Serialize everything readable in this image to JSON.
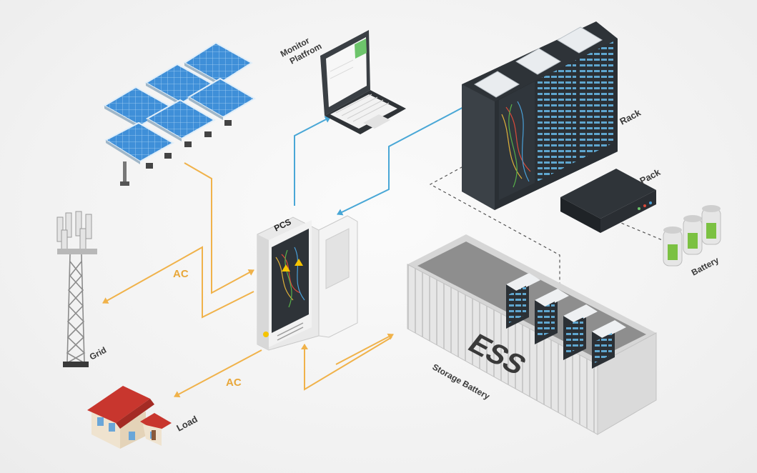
{
  "labels": {
    "monitor_platform": [
      "Monitor",
      "Platfrom"
    ],
    "rack": "Rack",
    "pack": "Pack",
    "battery": "Battery",
    "pcs": "PCS",
    "ess": "ESS",
    "storage_battery": "Storage Battery",
    "grid": "Grid",
    "load": "Load",
    "ac_grid": "AC",
    "ac_load": "AC"
  },
  "colors": {
    "ac_line": "#f0b24a",
    "data_line": "#49a7d6",
    "dashed_line": "#555555",
    "solar_panel": "#3f8fd8",
    "rack_body": "#2e3338",
    "house_roof": "#c8362e",
    "monitor_screen": "#6dc46b"
  }
}
